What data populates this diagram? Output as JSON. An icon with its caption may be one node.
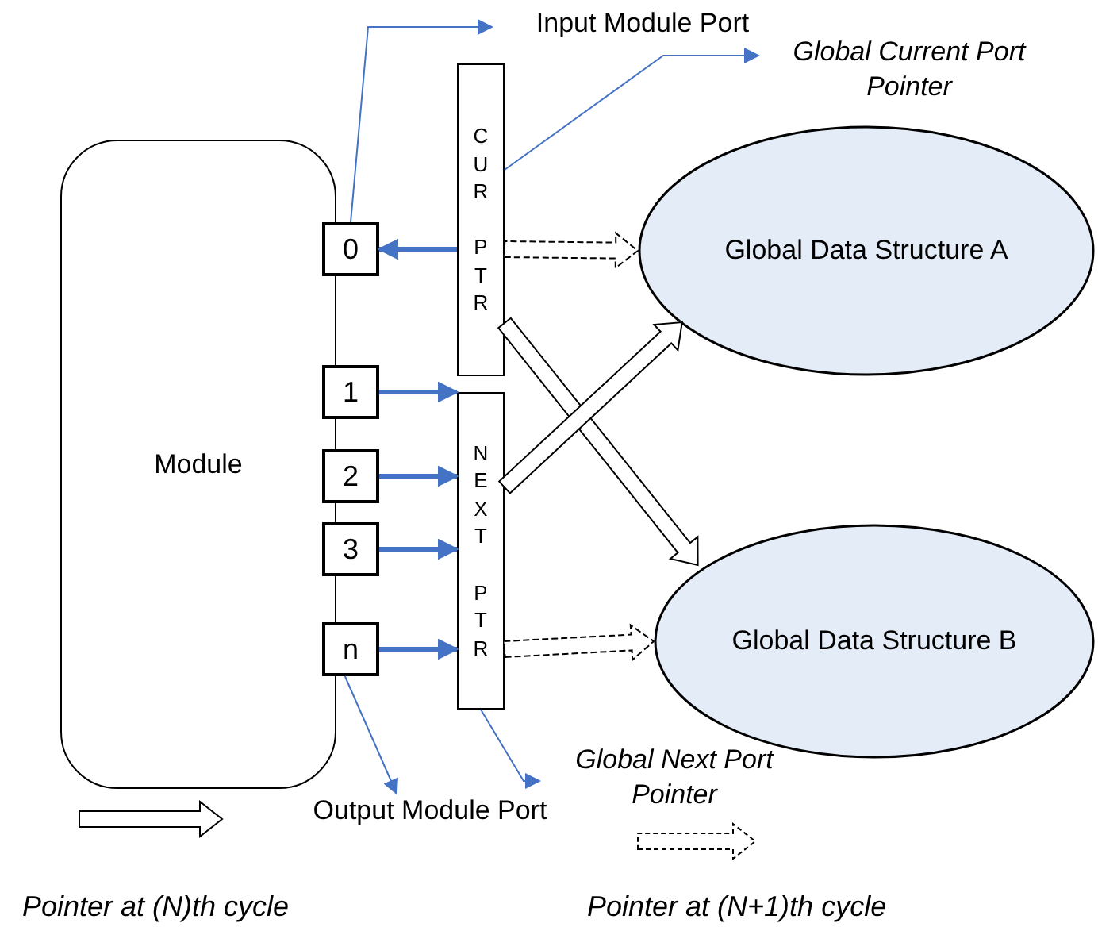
{
  "diagram": {
    "nodes": [
      {
        "text": [
          "Module"
        ]
      },
      {
        "text": [
          "0"
        ]
      },
      {
        "text": [
          "1"
        ]
      },
      {
        "text": [
          "2"
        ]
      },
      {
        "text": [
          "3"
        ]
      },
      {
        "text": [
          "n"
        ]
      },
      {
        "text": [
          "CUR PTR"
        ]
      },
      {
        "text": [
          "NEXT PTR"
        ]
      },
      {
        "text": [
          "Global Data Structure A"
        ]
      },
      {
        "text": [
          "Global Data Structure B"
        ]
      },
      {
        "text": [
          "Input Module Port"
        ]
      },
      {
        "text": [
          "Global Current Port Pointer"
        ]
      },
      {
        "text": [
          "Output Module Port"
        ]
      },
      {
        "text": [
          "Global Next Port Pointer"
        ]
      }
    ],
    "edges": [
      {
        "from": 6,
        "to": 1,
        "arrow": "to"
      },
      {
        "from": 2,
        "to": 7,
        "arrow": "to"
      },
      {
        "from": 3,
        "to": 7,
        "arrow": "to"
      },
      {
        "from": 4,
        "to": 7,
        "arrow": "to"
      },
      {
        "from": 5,
        "to": 7,
        "arrow": "to"
      },
      {
        "from": 6,
        "to": 8,
        "arrow": "to",
        "style": "dashed",
        "color": "#000000"
      },
      {
        "from": 7,
        "to": 9,
        "arrow": "to",
        "style": "dashed",
        "color": "#000000"
      },
      {
        "from": 6,
        "to": 9,
        "arrow": "to",
        "style": "thick",
        "color": "#000000"
      },
      {
        "from": 7,
        "to": 8,
        "arrow": "to",
        "style": "thick",
        "color": "#000000"
      },
      {
        "from": 1,
        "to": 10,
        "arrow": "to"
      },
      {
        "from": 6,
        "to": 11,
        "arrow": "to"
      },
      {
        "from": 5,
        "to": 12,
        "arrow": "to"
      },
      {
        "from": 7,
        "to": 13,
        "arrow": "to"
      }
    ],
    "legend": [
      {
        "text": "Pointer at (N)th cycle"
      },
      {
        "text": "Pointer at (N+1)th cycle"
      }
    ]
  }
}
